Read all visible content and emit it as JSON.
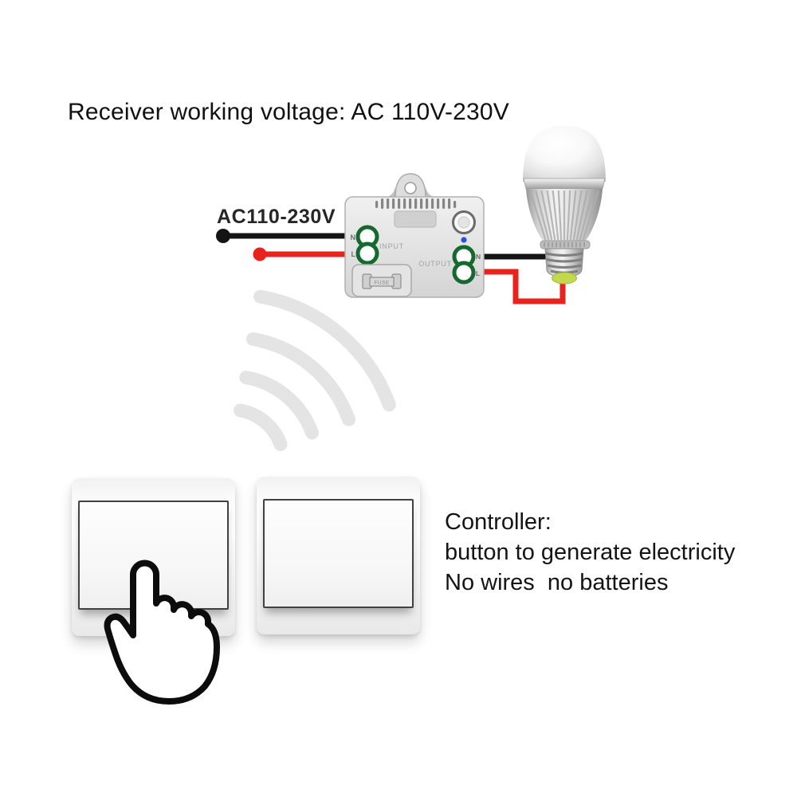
{
  "title": "Receiver working voltage: AC 110V-230V",
  "receiver": {
    "voltage_label": "AC110-230V",
    "module": {
      "input_label": "INPUT",
      "output_label": "OUTPUT",
      "input_n": "N",
      "input_l": "L",
      "output_n": "N",
      "output_l": "L",
      "fuse_label": "FUSE"
    }
  },
  "controller_note": {
    "heading": "Controller:",
    "line2": "button to generate electricity",
    "line3": "No wires  no batteries"
  },
  "icons": {
    "signal": "wifi-signal-icon",
    "hand": "tap-hand-icon",
    "bulb": "led-bulb",
    "switch": "wall-switch"
  },
  "colors": {
    "background": "#ffffff",
    "wire_neutral_black": "#141414",
    "wire_live_red": "#e8231d",
    "terminal_green": "#15682e",
    "led_blue": "#2b52d6",
    "bulb_tip_green": "#c3d84f",
    "signal_wave_gray": "#e4e4e4"
  }
}
